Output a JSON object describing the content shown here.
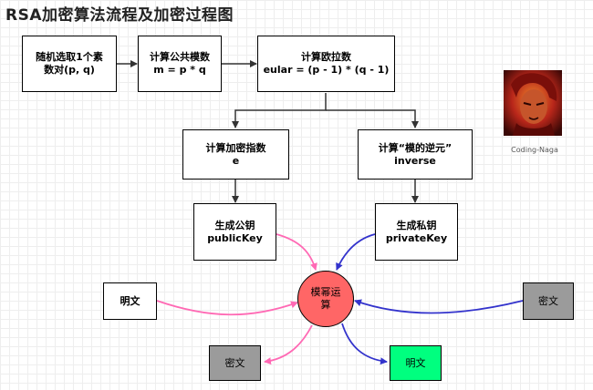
{
  "title": "RSA加密算法流程及加密过程图",
  "nodes": {
    "choose_pq": {
      "line1": "随机选取1个素",
      "line2": "数对(p, q)"
    },
    "modulus": {
      "line1": "计算公共模数",
      "line2": "m = p * q"
    },
    "euler": {
      "line1": "计算欧拉数",
      "line2": "eular = (p - 1) * (q - 1)"
    },
    "enc_exp": {
      "line1": "计算加密指数",
      "line2": "e"
    },
    "inverse": {
      "line1": "计算“模的逆元”",
      "line2": "inverse"
    },
    "pubkey": {
      "line1": "生成公钥",
      "line2": "publicKey"
    },
    "privkey": {
      "line1": "生成私钥",
      "line2": "privateKey"
    },
    "plaintext_in": {
      "label": "明文"
    },
    "ciphertext_in": {
      "label": "密文"
    },
    "modpow": {
      "line1": "模幂运",
      "line2": "算"
    },
    "ciphertext_out": {
      "label": "密文"
    },
    "plaintext_out": {
      "label": "明文"
    }
  },
  "avatar": {
    "caption": "Coding-Naga"
  },
  "colors": {
    "modpow_fill": "#ff6666",
    "encrypt_path": "#ff69b4",
    "decrypt_path": "#3333cc",
    "ciphertext_fill": "#9b9b9b",
    "plaintext_out_fill": "#00ff7f"
  }
}
